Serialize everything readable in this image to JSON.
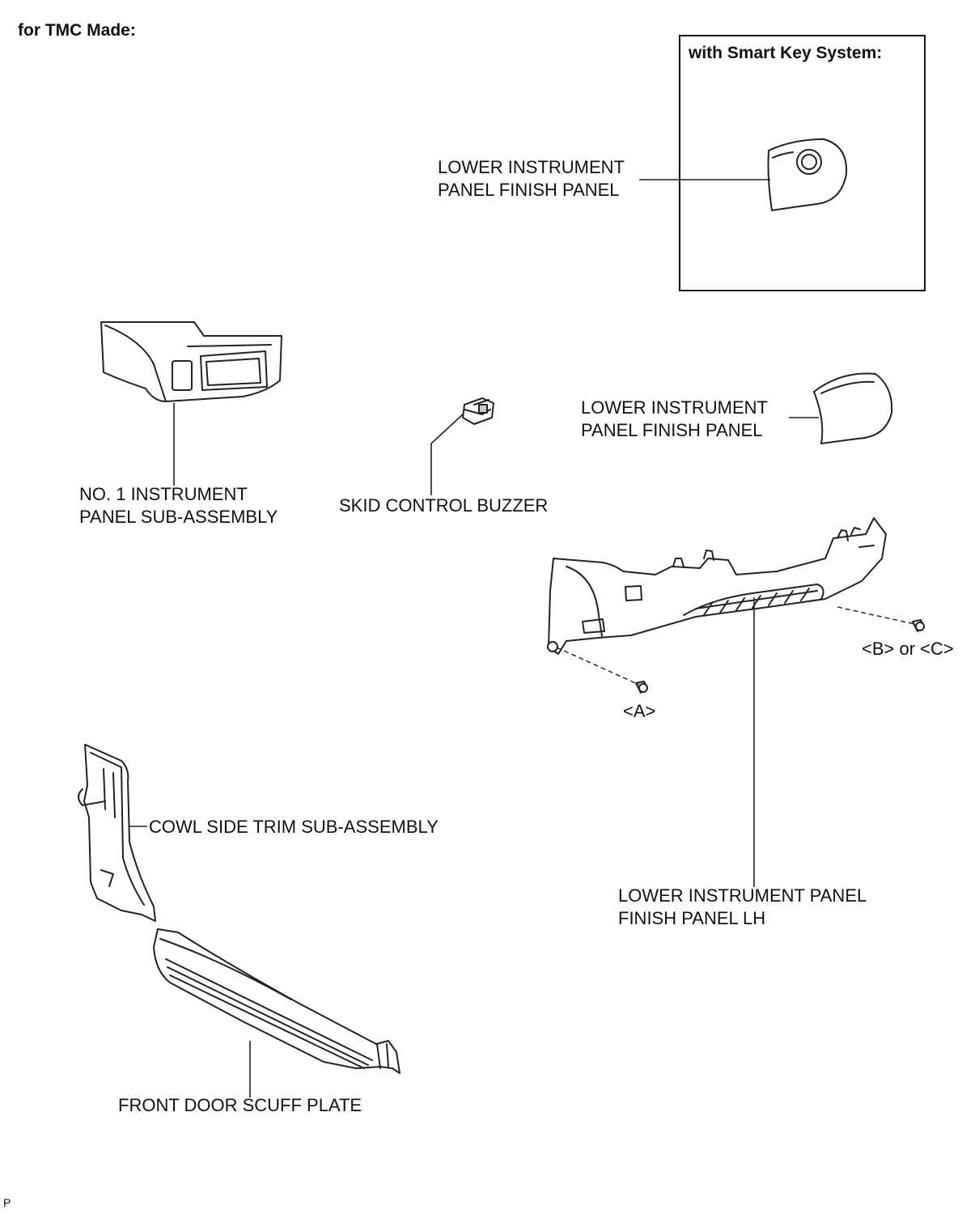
{
  "header": {
    "title": "for TMC Made:"
  },
  "inset": {
    "title": "with Smart Key System:"
  },
  "labels": {
    "finish_panel_inset_l1": "LOWER INSTRUMENT",
    "finish_panel_inset_l2": "PANEL FINISH PANEL",
    "no1_panel_l1": "NO. 1 INSTRUMENT",
    "no1_panel_l2": "PANEL SUB-ASSEMBLY",
    "buzzer": "SKID CONTROL BUZZER",
    "finish_panel_l1": "LOWER INSTRUMENT",
    "finish_panel_l2": "PANEL FINISH PANEL",
    "screw_bc": "<B> or <C>",
    "screw_a": "<A>",
    "cowl_trim": "COWL SIDE TRIM SUB-ASSEMBLY",
    "finish_lh_l1": "LOWER INSTRUMENT PANEL",
    "finish_lh_l2": "FINISH PANEL LH",
    "scuff_plate": "FRONT DOOR SCUFF PLATE"
  },
  "footer": {
    "code": "P"
  }
}
